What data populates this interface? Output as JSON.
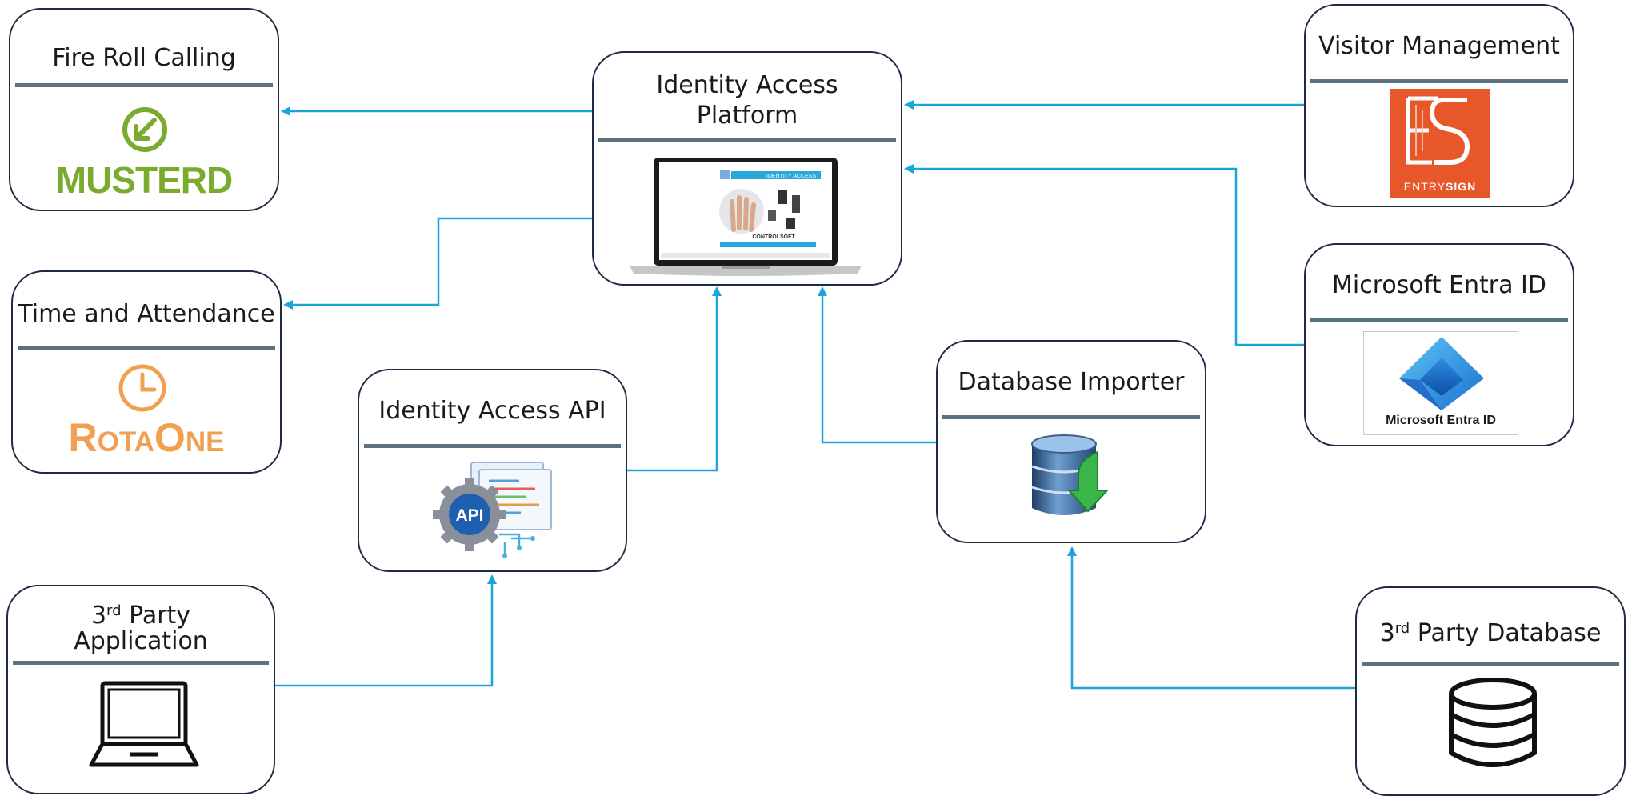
{
  "nodes": {
    "fire_roll": {
      "title": "Fire Roll Calling",
      "logo": "MUSTERD",
      "logo_color": "#7aab2f"
    },
    "time_attendance": {
      "title": "Time and Attendance",
      "logo": "RotaOne",
      "logo_color": "#f0a050"
    },
    "platform": {
      "title_line1": "Identity Access",
      "title_line2": "Platform",
      "screen_header": "IDENTITY ACCESS",
      "screen_brand": "CONTROLSOFT"
    },
    "api": {
      "title": "Identity Access API",
      "badge": "API"
    },
    "third_party_app": {
      "title_pre": "3",
      "title_sup": "rd",
      "title_line1_rest": " Party",
      "title_line2": "Application"
    },
    "visitor": {
      "title": "Visitor Management",
      "logo_word_light": "ENTRY",
      "logo_word_bold": "SIGN",
      "logo_color": "#e8572a"
    },
    "entra": {
      "title": "Microsoft Entra ID",
      "logo_caption": "Microsoft Entra ID"
    },
    "db_importer": {
      "title": "Database Importer"
    },
    "third_party_db": {
      "title_pre": "3",
      "title_sup": "rd",
      "title_rest": " Party Database"
    }
  },
  "colors": {
    "connector": "#1ba6d9",
    "border": "#1f2a44",
    "rule": "#5d7280"
  }
}
